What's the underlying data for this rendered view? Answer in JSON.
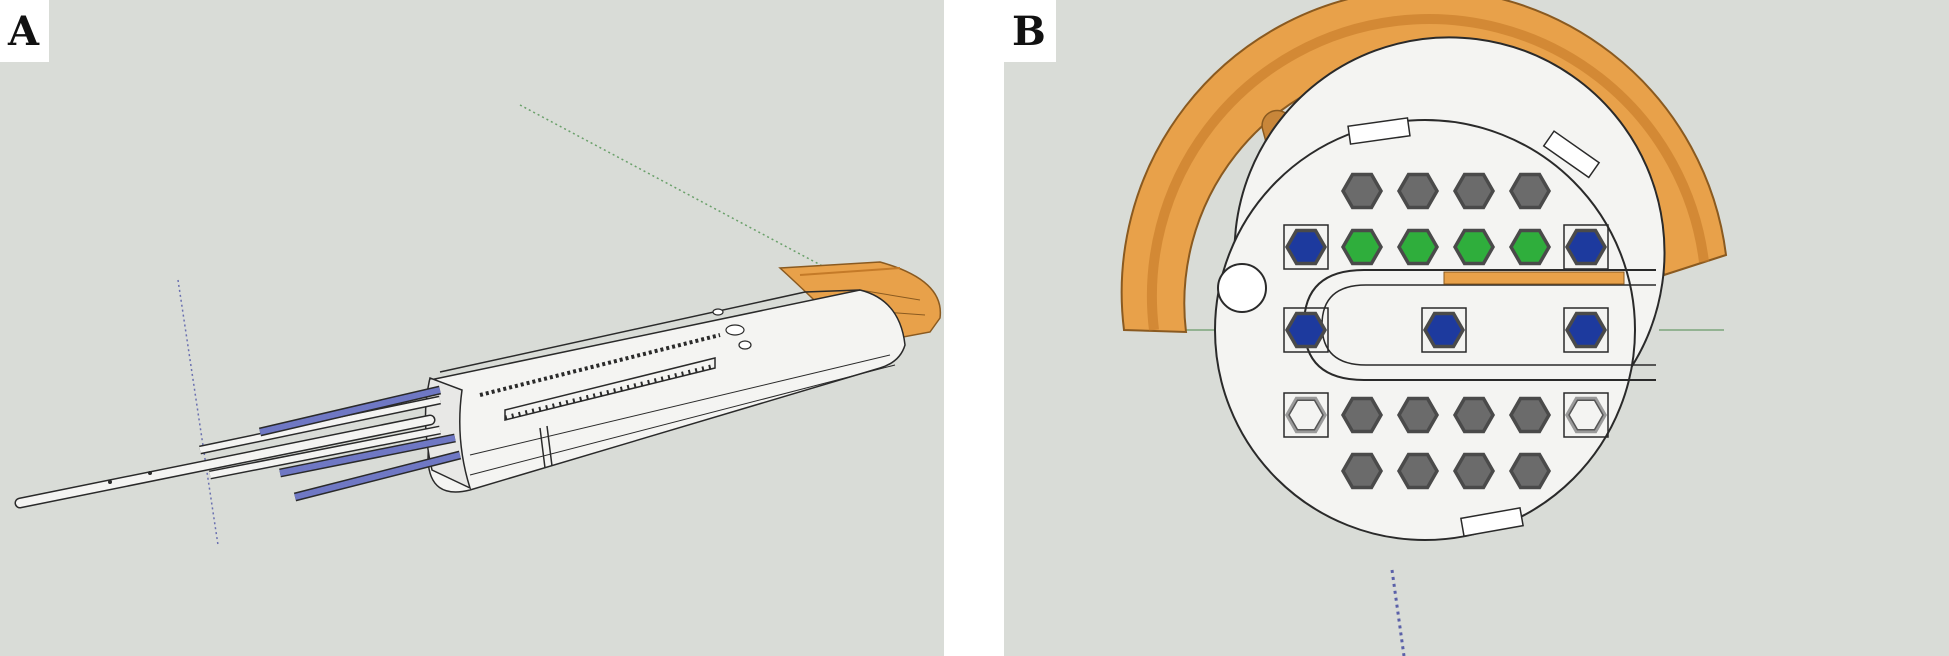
{
  "panels": [
    {
      "id": "A",
      "label": "A"
    },
    {
      "id": "B",
      "label": "B"
    }
  ],
  "colors": {
    "background": "#d9dcd7",
    "body_white": "#f4f4f2",
    "outline": "#2a2a2a",
    "orange": "#e8a14a",
    "orange_dark": "#c47a28",
    "rod_blue": "#6f78c4",
    "led_blue": "#1d3a9e",
    "led_green": "#2fae3c",
    "hex_gray": "#6b6b6b"
  },
  "icons": {
    "guide_axis_green": "dotted-axis-line",
    "guide_axis_blue": "dotted-axis-line"
  }
}
